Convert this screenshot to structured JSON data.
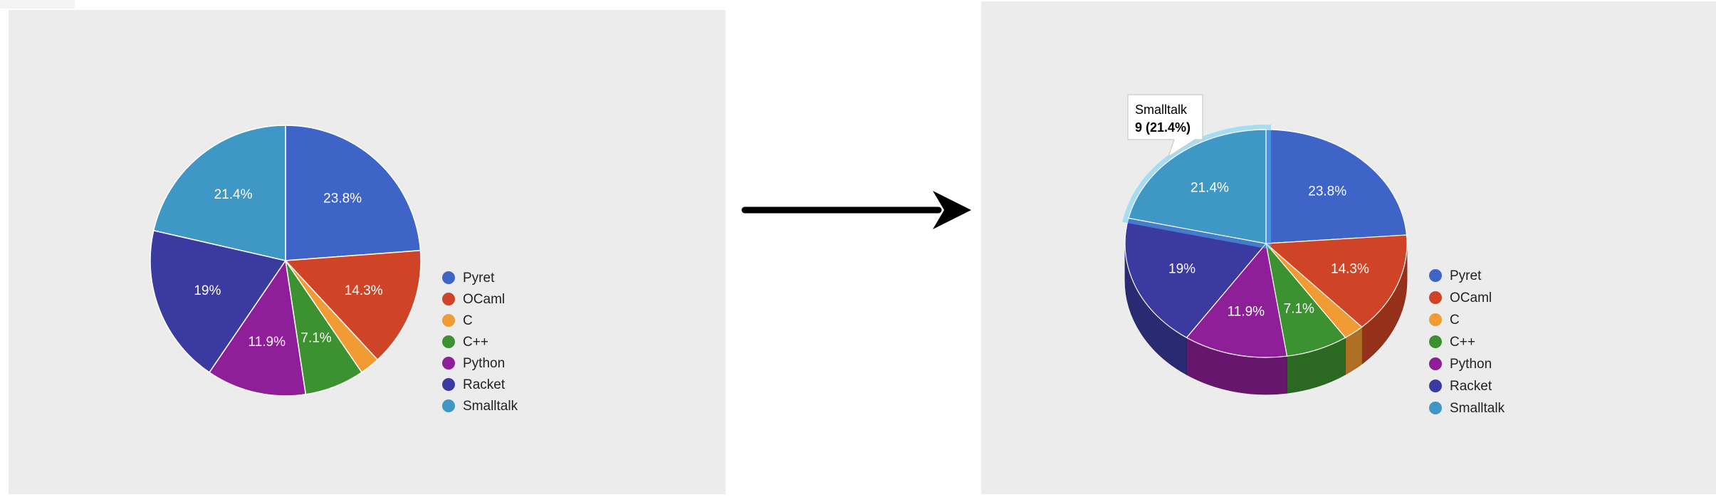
{
  "arrow_color": "#000000",
  "chart_data": [
    {
      "type": "pie",
      "view": "2d",
      "series_labels": [
        "Pyret",
        "OCaml",
        "C",
        "C++",
        "Python",
        "Racket",
        "Smalltalk"
      ],
      "values": [
        10,
        6,
        1,
        3,
        5,
        8,
        9
      ],
      "percent_labels": [
        "23.8%",
        "14.3%",
        "",
        "7.1%",
        "11.9%",
        "19%",
        "21.4%"
      ],
      "colors": [
        "#3f64c7",
        "#cf4426",
        "#f09b33",
        "#3c9230",
        "#8f1e99",
        "#3a3aa0",
        "#3f97c6"
      ],
      "legend_position": "right"
    },
    {
      "type": "pie",
      "view": "3d",
      "series_labels": [
        "Pyret",
        "OCaml",
        "C",
        "C++",
        "Python",
        "Racket",
        "Smalltalk"
      ],
      "values": [
        10,
        6,
        1,
        3,
        5,
        8,
        9
      ],
      "percent_labels": [
        "23.8%",
        "14.3%",
        "",
        "7.1%",
        "11.9%",
        "19%",
        "21.4%"
      ],
      "colors": [
        "#3f64c7",
        "#cf4426",
        "#f09b33",
        "#3c9230",
        "#8f1e99",
        "#3a3aa0",
        "#3f97c6"
      ],
      "legend_position": "right",
      "tooltip": {
        "label": "Smalltalk",
        "value_text": "9 (21.4%)"
      }
    }
  ]
}
